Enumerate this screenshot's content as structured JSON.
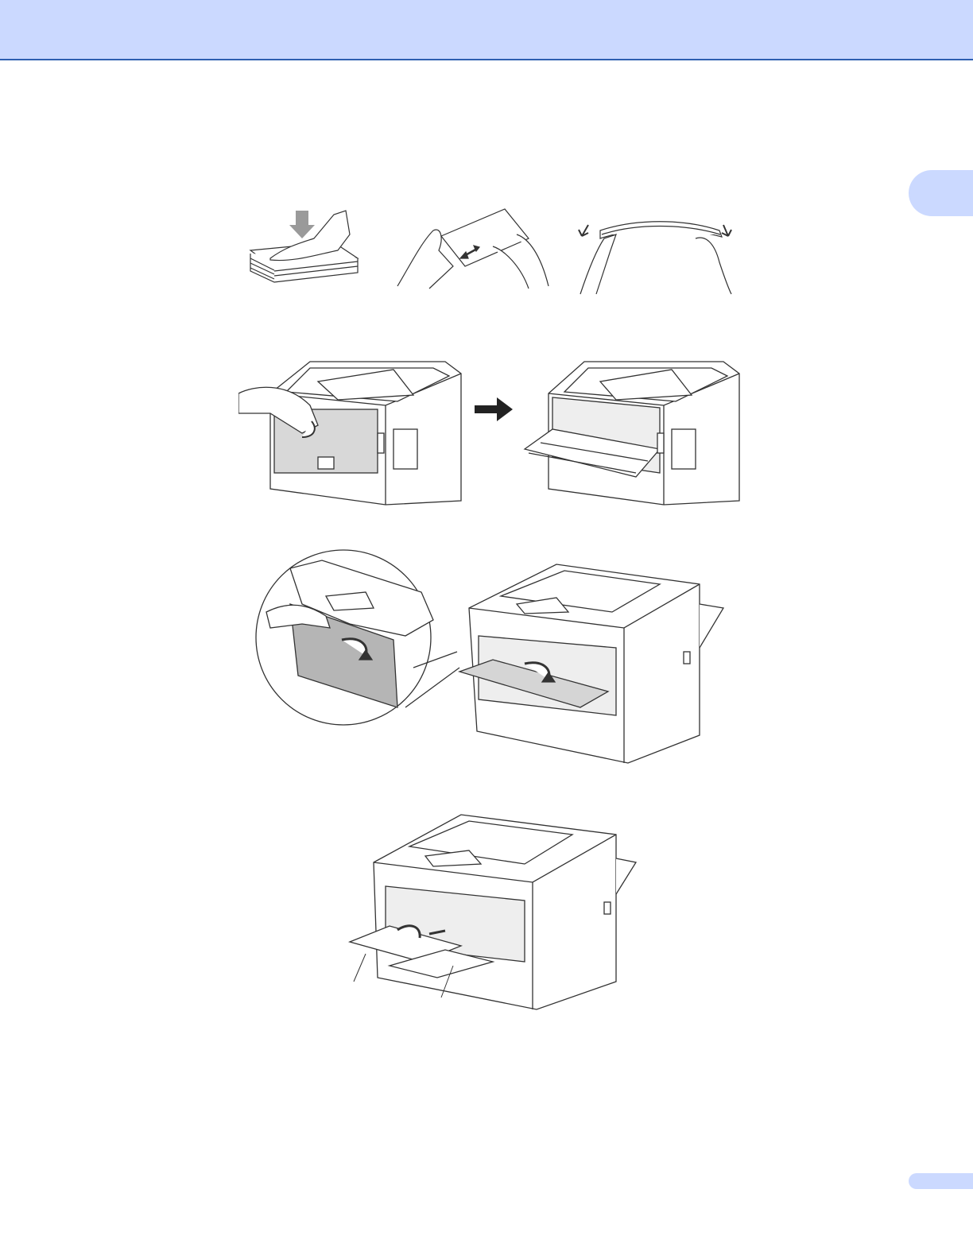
{
  "page": {
    "header_color": "#cbd9ff",
    "header_rule_color": "#2e5fb0",
    "chapter_tab_color": "#cbd9ff"
  },
  "illustrations": [
    {
      "id": "fan-envelopes",
      "icons": [
        "press-stack-icon",
        "slide-envelope-icon",
        "flex-stack-icon"
      ]
    },
    {
      "id": "open-back-cover",
      "icons": [
        "printer-back-closed-icon",
        "arrow-right-icon",
        "printer-back-open-icon"
      ]
    },
    {
      "id": "open-mp-tray",
      "icons": [
        "magnified-tray-icon",
        "printer-front-tray-open-icon"
      ]
    },
    {
      "id": "pull-support",
      "icons": [
        "printer-support-flap-icon"
      ]
    }
  ]
}
